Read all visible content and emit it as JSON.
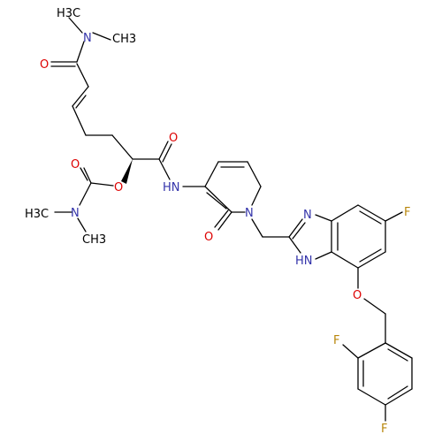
{
  "colors": {
    "carbon": "#000000",
    "nitrogen": "#3333aa",
    "oxygen": "#dd0000",
    "fluorine": "#b8860b"
  },
  "labels": {
    "n_top": "N",
    "ch3_top_left": "H3C",
    "ch3_top_right": "CH3",
    "o_ketone_top": "O",
    "o_amide": "O",
    "o_carbamate_dbl": "O",
    "o_ester": "O",
    "n_carbamate": "N",
    "h3c_carbamate": "H3C",
    "ch3_carbamate": "CH3",
    "nh_amide": "HN",
    "o_pyridone": "O",
    "n_pyridone": "N",
    "n_imidazole": "N",
    "nh_imidazole": "HN",
    "f_benzimidazole": "F",
    "o_ether": "O",
    "f_ortho": "F",
    "f_para": "F"
  }
}
